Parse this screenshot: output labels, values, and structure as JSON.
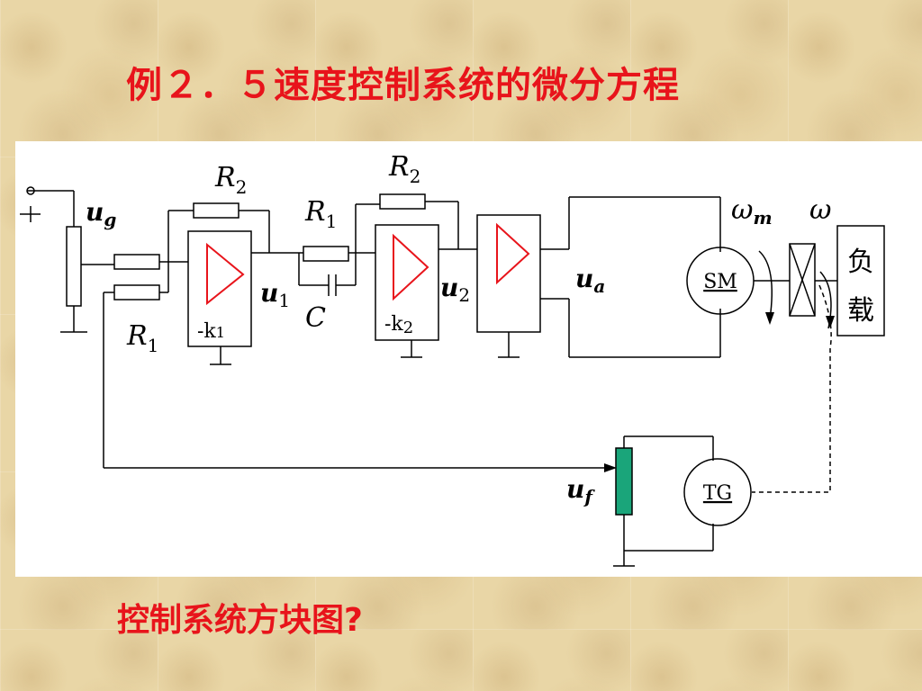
{
  "title": "例２．５速度控制系统的微分方程",
  "question": "控制系统方块图?",
  "diagram": {
    "labels": {
      "ug": "u",
      "ug_sub": "g",
      "r2_top1": "R",
      "r2_top1_sub": "2",
      "r1_mid": "R",
      "r1_mid_sub": "1",
      "r2_top2": "R",
      "r2_top2_sub": "2",
      "r1_bottom": "R",
      "r1_bottom_sub": "1",
      "cap": "C",
      "u1": "u",
      "u1_sub": "1",
      "u2": "u",
      "u2_sub": "2",
      "ua": "u",
      "ua_sub": "a",
      "uf": "u",
      "uf_sub": "f",
      "k1": "-k",
      "k1_sub": "1",
      "k2": "-k",
      "k2_sub": "2",
      "sm": "SM",
      "tg": "TG",
      "omega_m": "ω",
      "omega_m_sub": "m",
      "omega": "ω",
      "load_line1": "负",
      "load_line2": "载"
    },
    "colors": {
      "amp_triangle": "#e8141b",
      "feedback_pot": "#1aa57a",
      "title": "#e8141b"
    }
  }
}
